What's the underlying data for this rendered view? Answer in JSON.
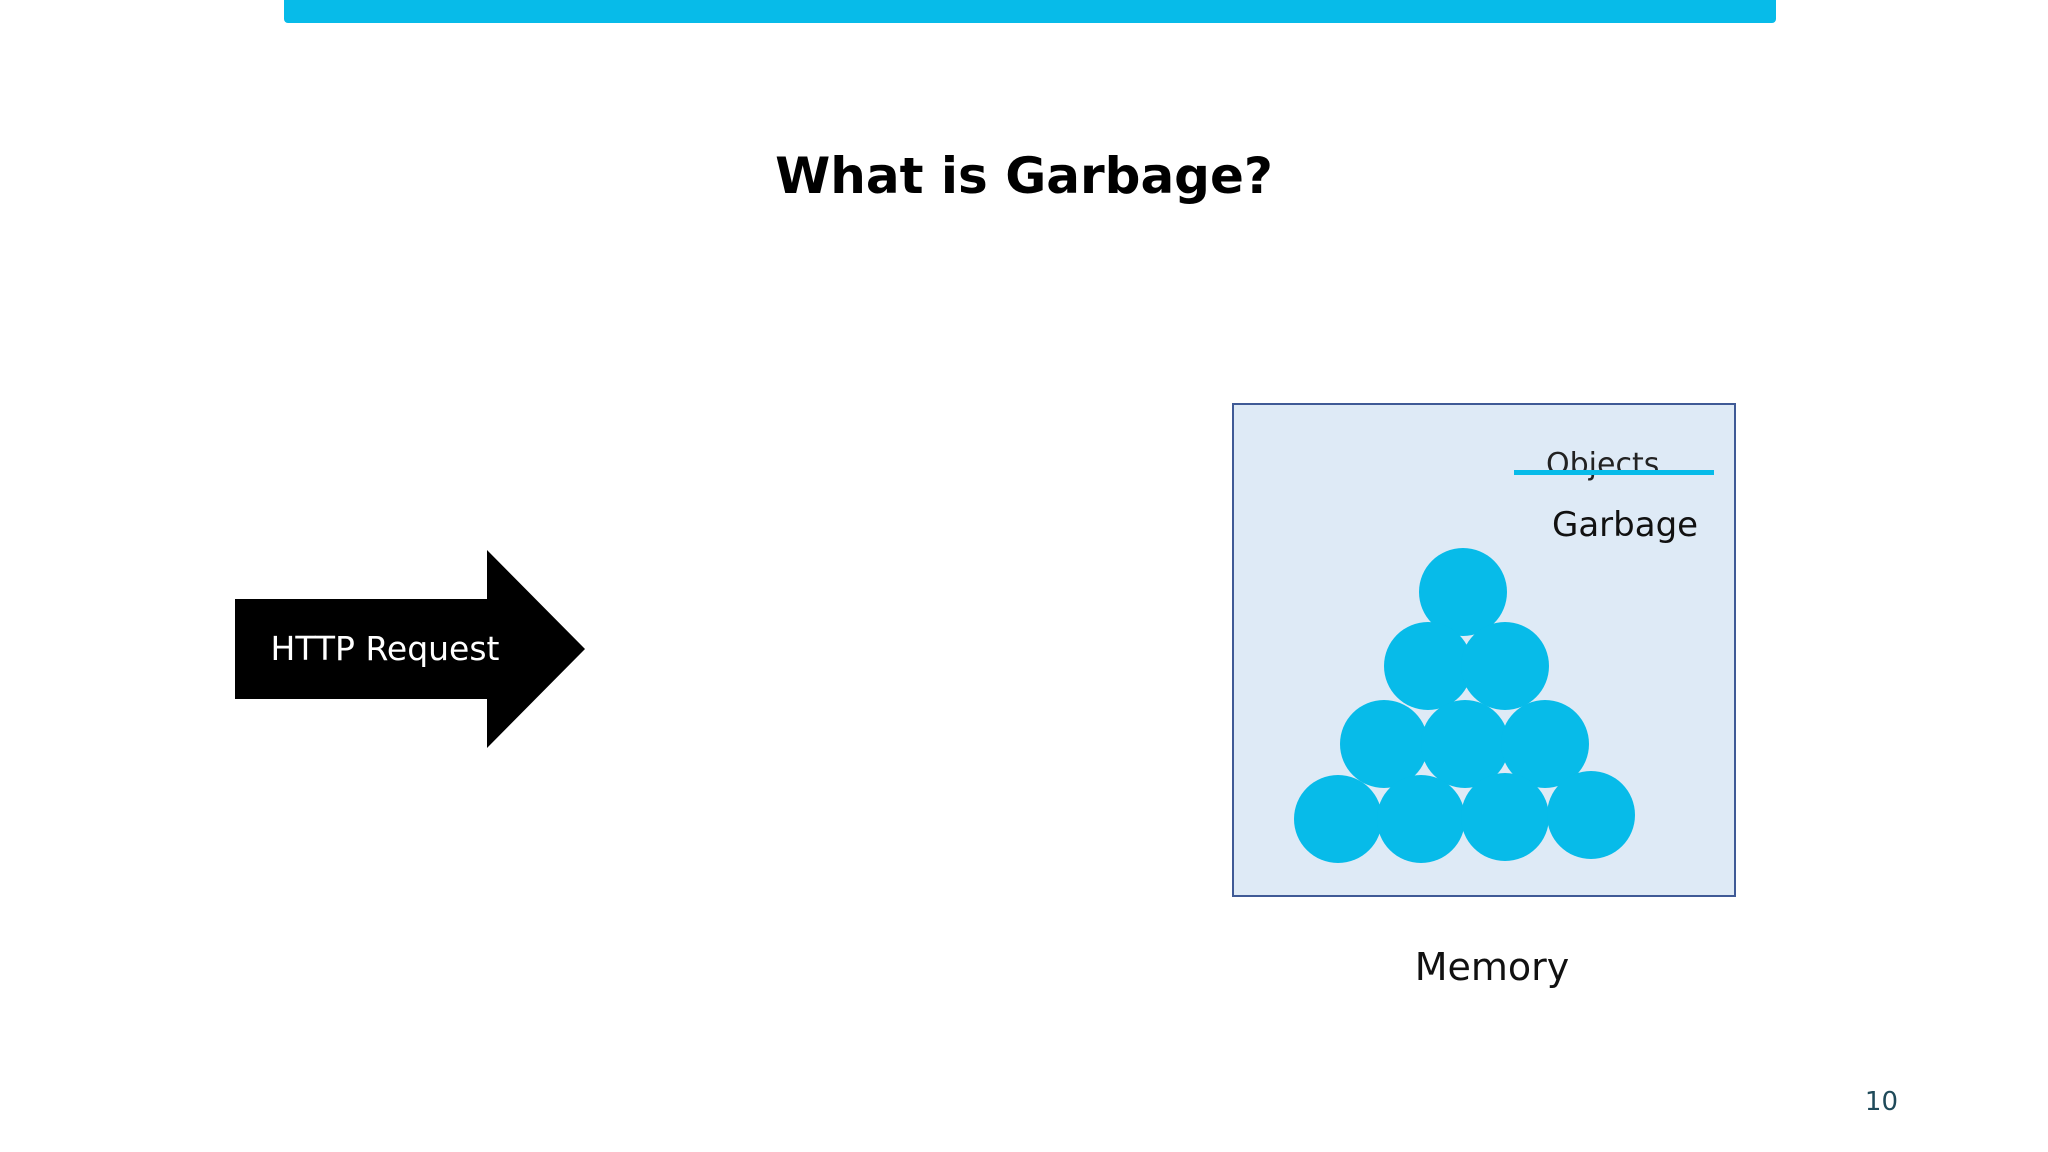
{
  "slide": {
    "title": "What is Garbage?",
    "page_number": "10"
  },
  "colors": {
    "accent": "#07bbe9",
    "memory_fill": "#deeaf6",
    "memory_border": "#3f5a96",
    "arrow": "#000000"
  },
  "arrow": {
    "label": "HTTP Request"
  },
  "memory": {
    "objects_label": "Objects",
    "garbage_label": "Garbage",
    "caption": "Memory",
    "circle_count": 10
  }
}
